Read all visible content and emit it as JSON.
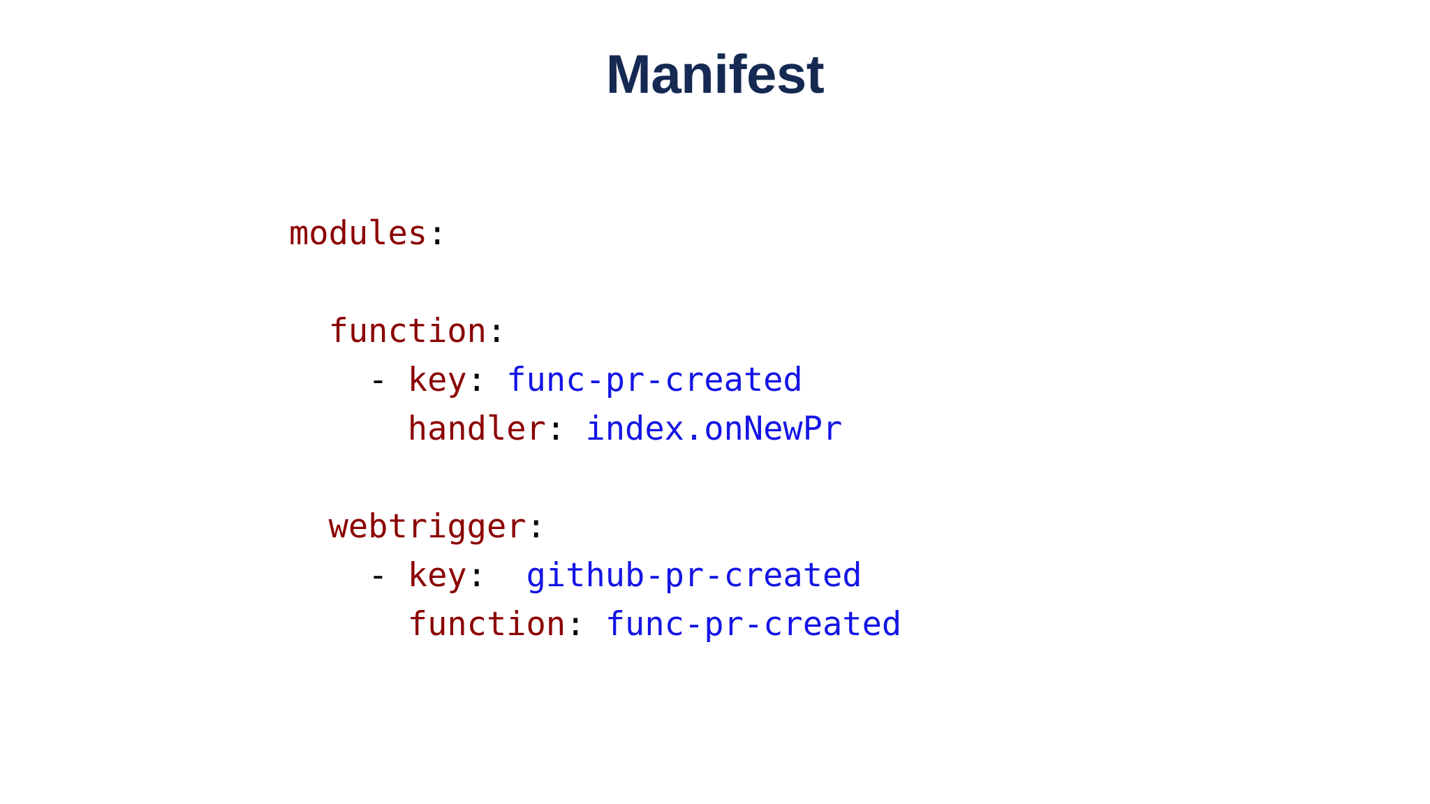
{
  "slide": {
    "title": "Manifest",
    "background_color": "#ffffff",
    "title_color": "#152952"
  },
  "theme": {
    "key_color": "#8B0000",
    "value_color": "#1414E6",
    "punctuation_color": "#000000"
  },
  "code": {
    "language": "yaml",
    "lines": [
      {
        "id": "line-modules",
        "indent": "",
        "dash": "",
        "key": "modules",
        "colon": ":",
        "gap": "",
        "value": ""
      },
      {
        "id": "line-blank-1",
        "indent": "",
        "dash": "",
        "key": "",
        "colon": "",
        "gap": "",
        "value": ""
      },
      {
        "id": "line-function-section",
        "indent": "  ",
        "dash": "",
        "key": "function",
        "colon": ":",
        "gap": "",
        "value": ""
      },
      {
        "id": "line-function-key",
        "indent": "    ",
        "dash": "- ",
        "key": "key",
        "colon": ":",
        "gap": " ",
        "value": "func-pr-created"
      },
      {
        "id": "line-function-handler",
        "indent": "      ",
        "dash": "",
        "key": "handler",
        "colon": ":",
        "gap": " ",
        "value": "index.onNewPr"
      },
      {
        "id": "line-blank-2",
        "indent": "",
        "dash": "",
        "key": "",
        "colon": "",
        "gap": "",
        "value": ""
      },
      {
        "id": "line-webtrigger-section",
        "indent": "  ",
        "dash": "",
        "key": "webtrigger",
        "colon": ":",
        "gap": "",
        "value": ""
      },
      {
        "id": "line-webtrigger-key",
        "indent": "    ",
        "dash": "- ",
        "key": "key",
        "colon": ":",
        "gap": "  ",
        "value": "github-pr-created"
      },
      {
        "id": "line-webtrigger-function",
        "indent": "      ",
        "dash": "",
        "key": "function",
        "colon": ":",
        "gap": " ",
        "value": "func-pr-created"
      }
    ]
  }
}
